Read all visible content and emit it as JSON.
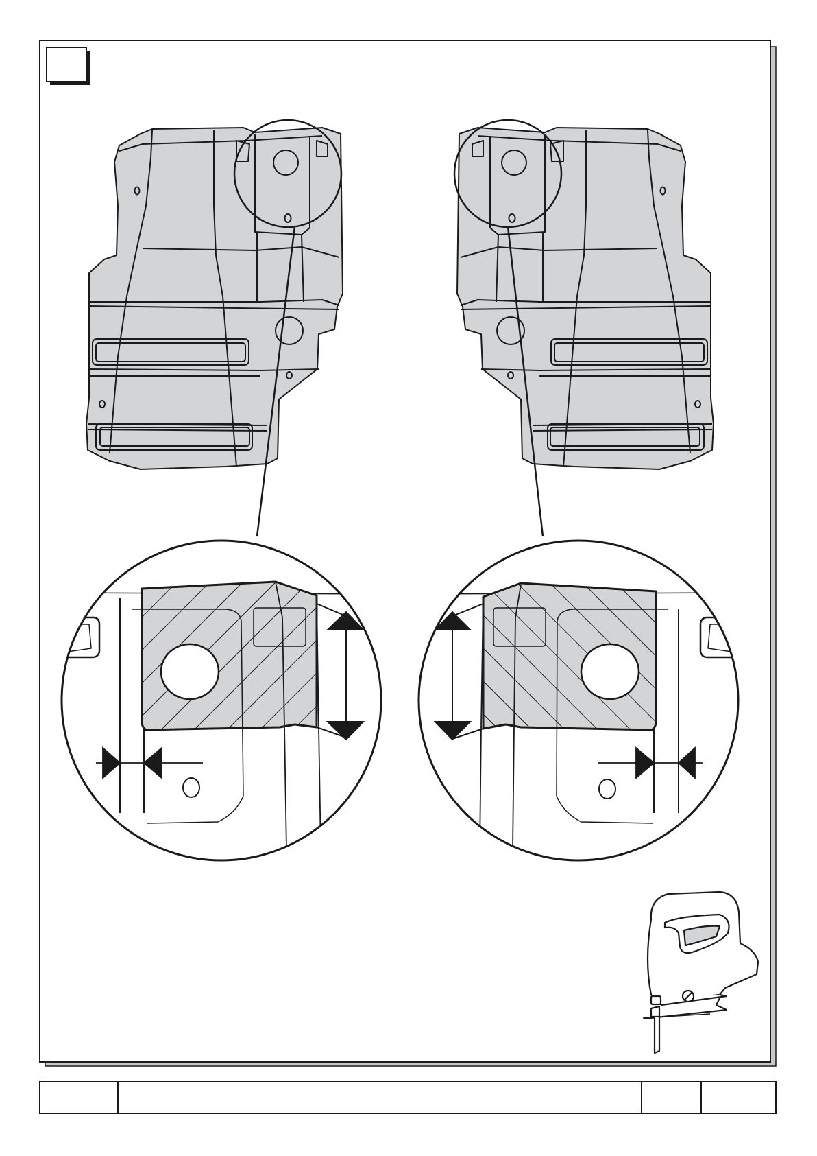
{
  "figure": {
    "step_number": "",
    "colors": {
      "line": "#1a1a1a",
      "panel_fill": "#d3d4d6",
      "shadow": "#c8c8c8",
      "background": "#ffffff"
    },
    "panels": [
      "left-wheel-arch-liner",
      "right-wheel-arch-liner"
    ],
    "details": [
      "left-detail-magnified",
      "right-detail-magnified"
    ],
    "tool_icon": "jigsaw-icon"
  },
  "footer": {
    "cell_1": "",
    "cell_2": "",
    "cell_3": "",
    "cell_4": ""
  }
}
